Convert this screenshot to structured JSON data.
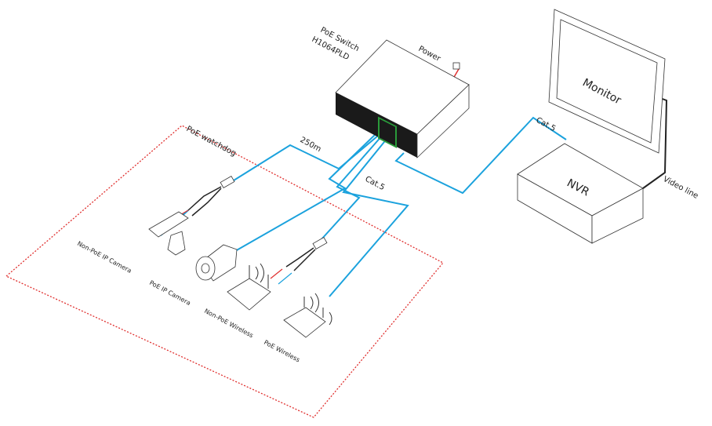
{
  "switch": {
    "name": "PoE Switch",
    "model": "H1064PLD",
    "power_label": "Power"
  },
  "zone": {
    "label": "PoE watchdog",
    "distance": "250m",
    "cable": "Cat.5"
  },
  "nvr": {
    "label": "NVR",
    "cable": "Cat.5",
    "video_line": "Video line"
  },
  "monitor": {
    "label": "Monitor"
  },
  "devices": [
    {
      "label": "Non-PoE IP Camera"
    },
    {
      "label": "PoE IP Camera"
    },
    {
      "label": "Non-PoE Wireless"
    },
    {
      "label": "PoE Wireless"
    }
  ],
  "colors": {
    "cable": "#1ba2dd",
    "zone": "#e0302f",
    "power": "#e0302f"
  }
}
